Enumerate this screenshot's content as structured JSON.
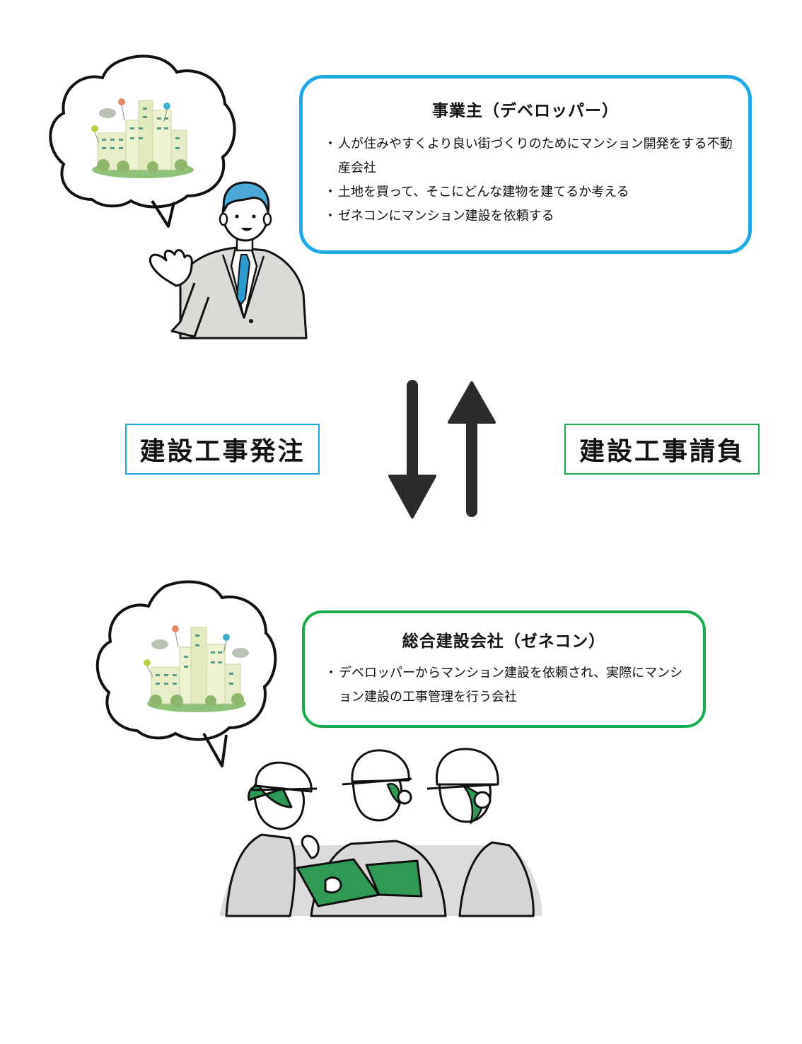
{
  "developer": {
    "title": "事業主（デベロッパー）",
    "bullets": [
      "人が住みやすくより良い街づくりのためにマンション開発をする不動産会社",
      "土地を買って、そこにどんな建物を建てるか考える",
      "ゼネコンにマンション建設を依頼する"
    ]
  },
  "general_contractor": {
    "title": "総合建設会社（ゼネコン）",
    "bullets": [
      "デベロッパーからマンション建設を依頼され、実際にマンション建設の工事管理を行う会社"
    ]
  },
  "flow": {
    "order_label": "建設工事発注",
    "contract_label": "建設工事請負"
  },
  "colors": {
    "developer_accent": "#1ea8e6",
    "contractor_accent": "#1aab4c",
    "arrow": "#2b2b2b"
  },
  "icons": {
    "developer_thought": "thought-bubble-with-apartment-buildings",
    "contractor_thought": "thought-bubble-with-apartment-buildings",
    "developer_person": "businessman-illustration",
    "contractor_people": "construction-workers-illustration",
    "flow_arrows": "down-up-arrows"
  }
}
